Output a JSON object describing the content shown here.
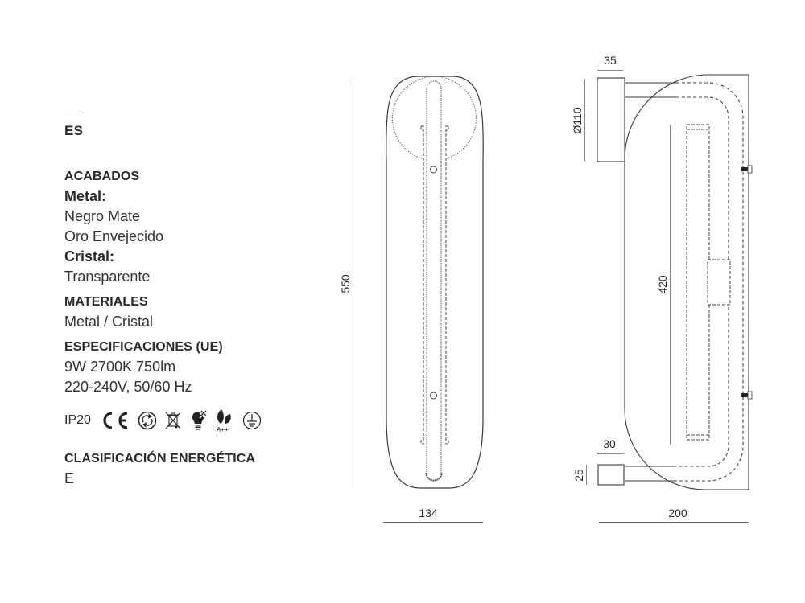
{
  "spec_sheet": {
    "language": "ES",
    "finishes": {
      "heading": "ACABADOS",
      "metal_label": "Metal:",
      "metal_options": [
        "Negro Mate",
        "Oro Envejecido"
      ],
      "glass_label": "Cristal:",
      "glass_options": [
        "Transparente"
      ]
    },
    "materials": {
      "heading": "MATERIALES",
      "value": "Metal / Cristal"
    },
    "specifications": {
      "heading": "ESPECIFICACIONES (UE)",
      "line1": "9W 2700K 750lm",
      "line2": "220-240V, 50/60 Hz"
    },
    "certifications": {
      "ip_rating": "IP20",
      "icons": [
        "ce-mark-icon",
        "green-dot-recycling-icon",
        "weee-crossed-bin-icon",
        "bulb-not-included-icon",
        "eco-leaf-icon",
        "earth-ground-icon"
      ],
      "eco_class_label": "A++"
    },
    "energy_class": {
      "heading": "CLASIFICACIÓN ENERGÉTICA",
      "value": "E"
    }
  },
  "front_view": {
    "height_label": "550",
    "width_label": "134"
  },
  "side_view": {
    "top_mount_depth_label": "35",
    "top_mount_diameter_label": "Ø110",
    "inner_height_label": "420",
    "bottom_mount_depth_label": "30",
    "bottom_mount_height_label": "25",
    "total_depth_label": "200"
  },
  "colors": {
    "line": "#3a3a3a",
    "dim_line": "#888888",
    "text": "#2b2b2b"
  }
}
